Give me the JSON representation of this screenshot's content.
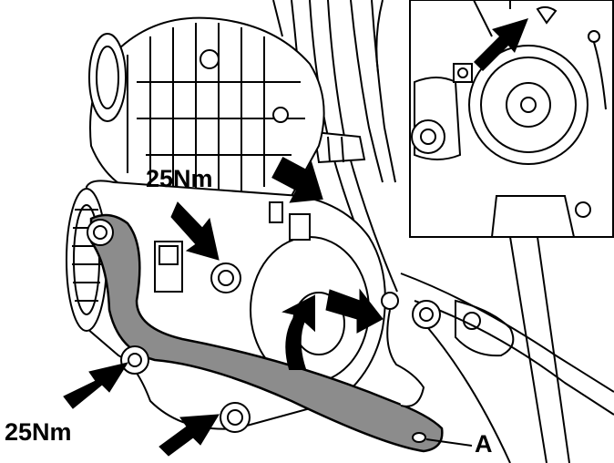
{
  "labels": {
    "torque_upper": "25Nm",
    "torque_lower": "25Nm",
    "part_a": "A"
  },
  "colors": {
    "line": "#000000",
    "fill": "#ffffff",
    "bracket": "#8c8c8c",
    "inset_border": "#000000"
  },
  "icons": {
    "pointer_arrows": "solid-black-arrow",
    "rotation_arrow": "curved-arrow"
  }
}
